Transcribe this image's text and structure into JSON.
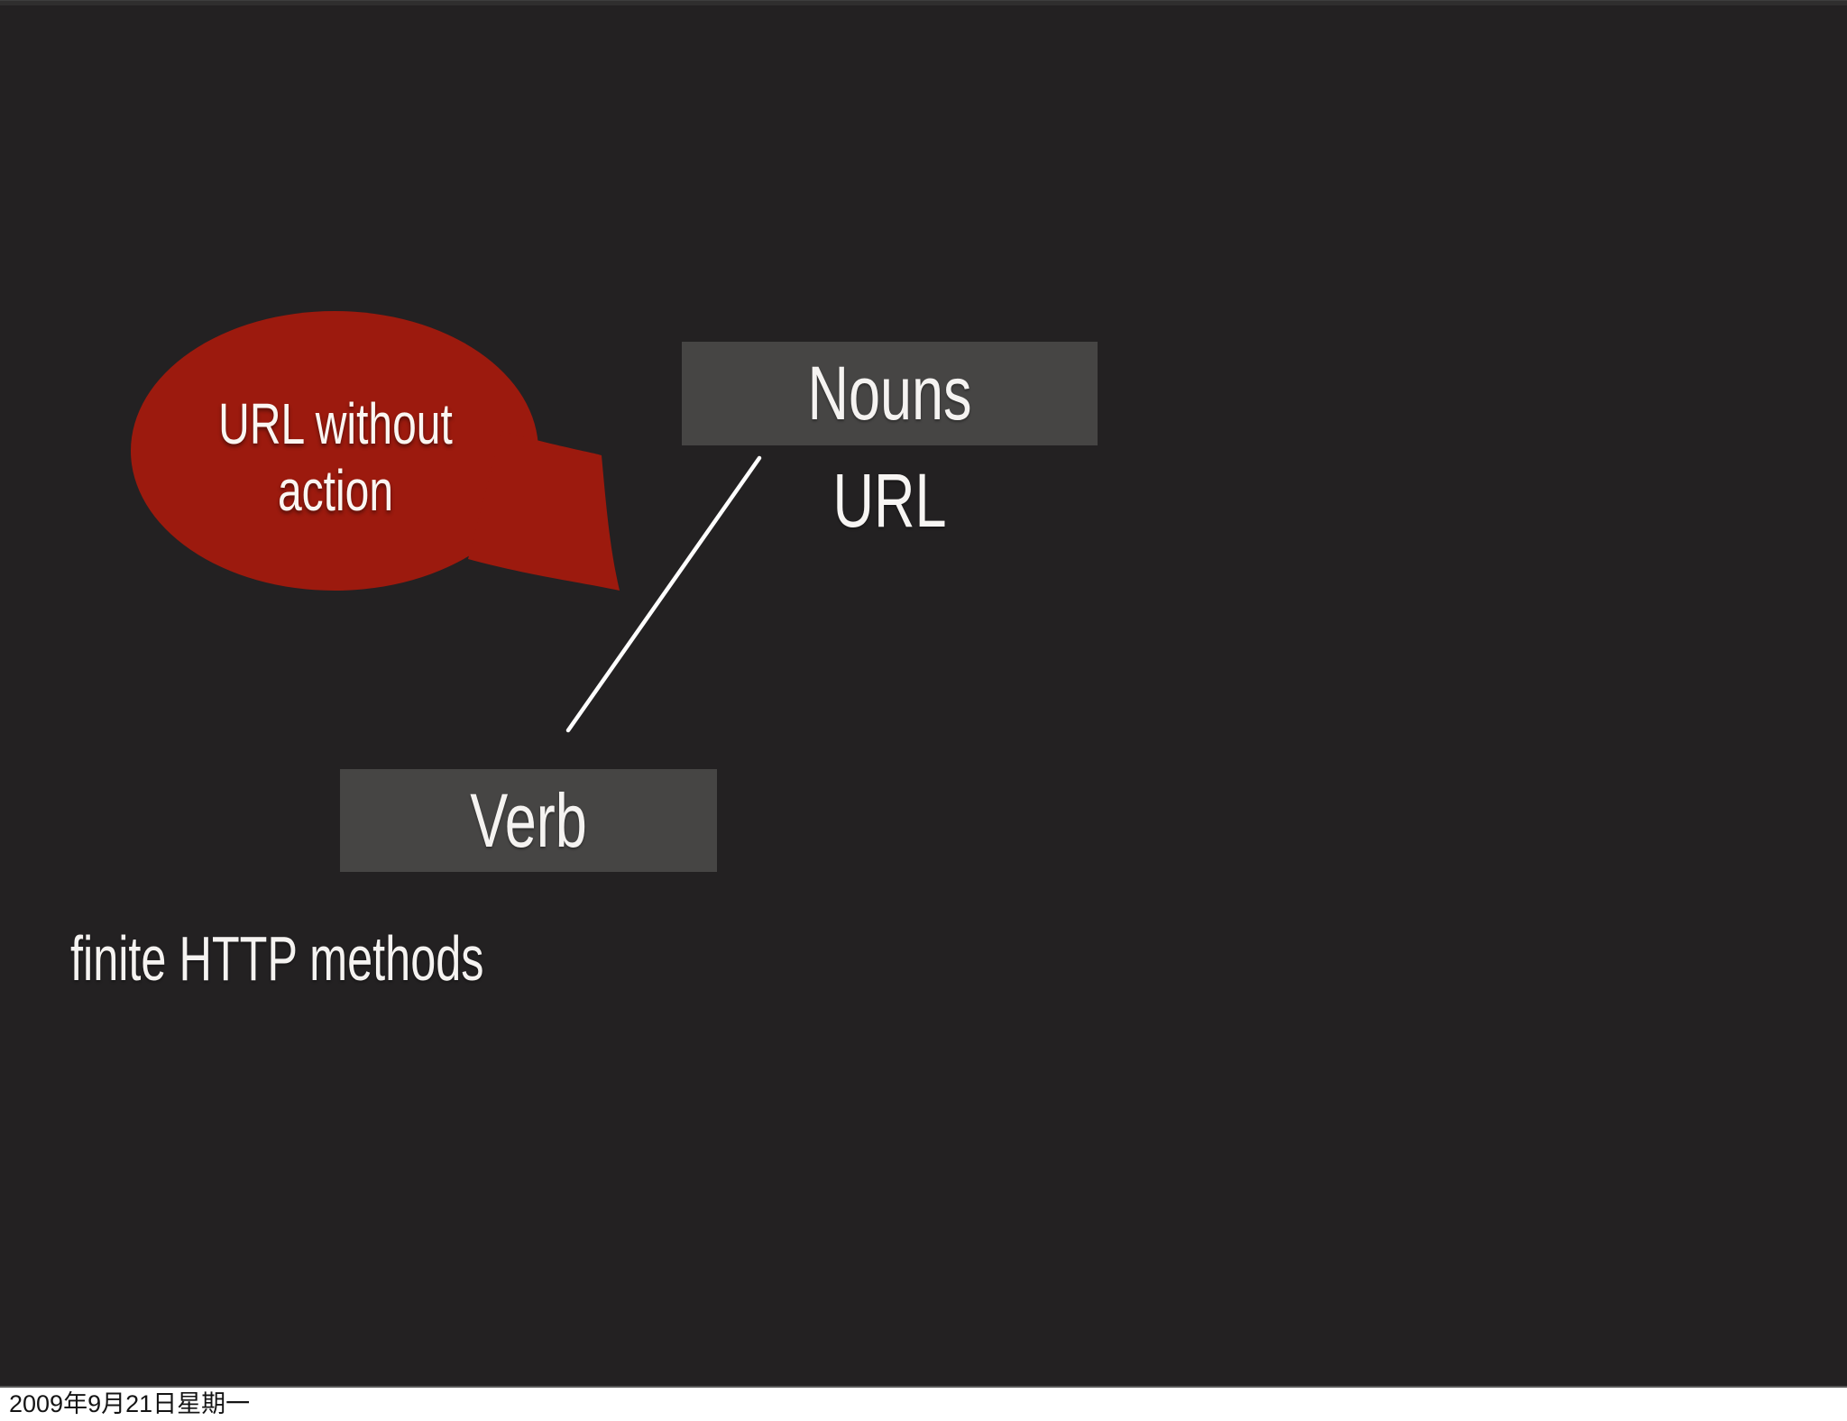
{
  "slide": {
    "background": "#232122",
    "bubble": {
      "line1": "URL without",
      "line2": "action",
      "fill": "#9c1a0e",
      "text_color": "#faf6f2"
    },
    "nouns_box": {
      "label": "Nouns",
      "fill": "#464544"
    },
    "url_label": "URL",
    "verb_box": {
      "label": "Verb",
      "fill": "#464544"
    },
    "finite_label": "finite HTTP methods",
    "connector": {
      "color": "#ffffff"
    },
    "text_color": "#f5f3f1"
  },
  "footer": {
    "date": "2009年9月21日星期一",
    "background": "#ffffff",
    "text_color": "#141414"
  }
}
